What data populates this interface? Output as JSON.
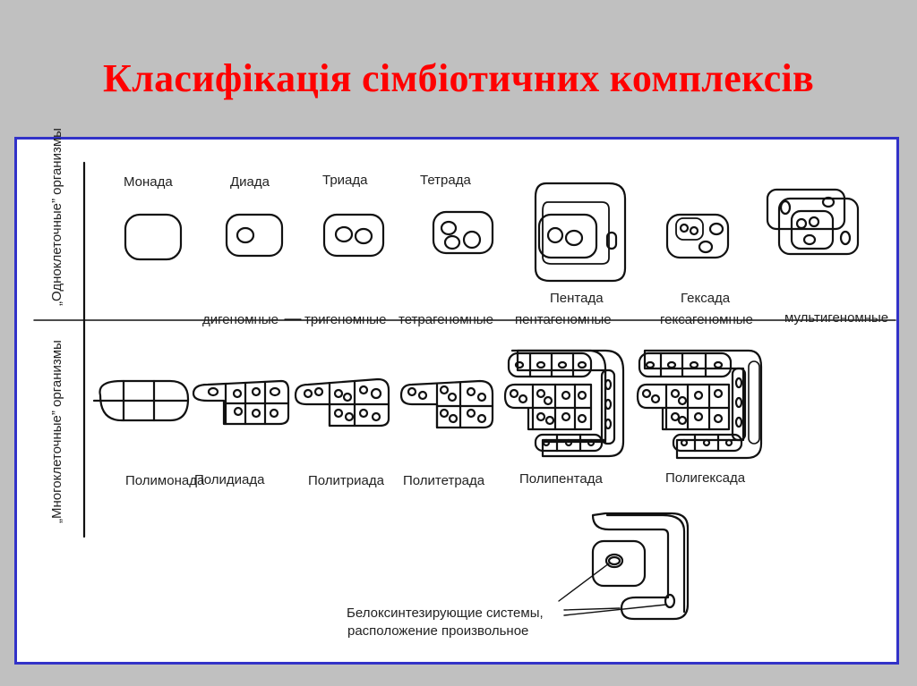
{
  "title": "Класифікація сімбіотичних комплексів",
  "axis": {
    "unicellular": "„Одноклеточные” организмы",
    "multicellular": "„Многоклеточные” организмы"
  },
  "uni": {
    "monada": "Монада",
    "diada": "Диада",
    "triada": "Триада",
    "tetrada": "Тетрада",
    "pentada": "Пентада",
    "geksada": "Гексада"
  },
  "genome": {
    "di": "дигеномные",
    "tri": "тригеномные",
    "tetra": "тетрагеномные",
    "penta": "пентагеномные",
    "geksa": "гексагеномные",
    "multi": "мультигеномные"
  },
  "multi": {
    "polimonada": "Полимонада",
    "polidiada": "Полидиада",
    "politriada": "Политриада",
    "politetrada": "Политетрада",
    "polipentada": "Полипентада",
    "poligeksada": "Полигексада"
  },
  "legend": {
    "line1": "Белоксинтезирующие системы,",
    "line2": "расположение произвольное"
  }
}
